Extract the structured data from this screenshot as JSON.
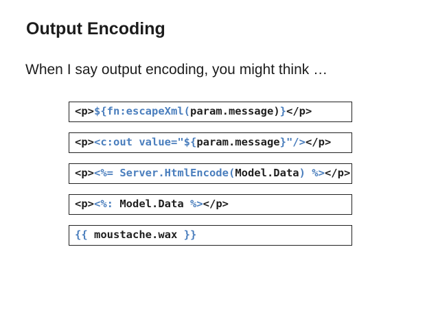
{
  "slide": {
    "title": "Output Encoding",
    "subtitle": "When I say output encoding, you might think …"
  },
  "colors": {
    "text": "#1c1c1c",
    "code_text": "#1f1f1f",
    "code_blue": "#4a7ebd",
    "box_border": "#1f1f1f",
    "background": "#ffffff"
  },
  "code_boxes": [
    {
      "name": "jsp-el-escapexml",
      "segments": [
        {
          "text": "<p>",
          "color": "black"
        },
        {
          "text": "${fn:escapeXml(",
          "color": "blue"
        },
        {
          "text": "param.message",
          "color": "black"
        },
        {
          "text": ")",
          "color": "black"
        },
        {
          "text": "}",
          "color": "blue"
        },
        {
          "text": "</p>",
          "color": "black"
        }
      ]
    },
    {
      "name": "jstl-c-out",
      "segments": [
        {
          "text": "<p>",
          "color": "black"
        },
        {
          "text": "<c:out value=\"${",
          "color": "blue"
        },
        {
          "text": "param.message",
          "color": "black"
        },
        {
          "text": "}\"/>",
          "color": "blue"
        },
        {
          "text": "</p>",
          "color": "black"
        }
      ]
    },
    {
      "name": "aspnet-server-htmlencode",
      "segments": [
        {
          "text": "<p>",
          "color": "black"
        },
        {
          "text": "<%= Server.HtmlEncode(",
          "color": "blue"
        },
        {
          "text": "Model.Data",
          "color": "black"
        },
        {
          "text": ") %>",
          "color": "blue"
        },
        {
          "text": "</p>",
          "color": "black"
        }
      ]
    },
    {
      "name": "aspnet-mvc-colon",
      "segments": [
        {
          "text": "<p>",
          "color": "black"
        },
        {
          "text": "<%:",
          "color": "blue"
        },
        {
          "text": " Model.Data ",
          "color": "black"
        },
        {
          "text": "%>",
          "color": "blue"
        },
        {
          "text": "</p>",
          "color": "black"
        }
      ]
    },
    {
      "name": "moustache",
      "segments": [
        {
          "text": "{{",
          "color": "blue"
        },
        {
          "text": " moustache.wax ",
          "color": "black"
        },
        {
          "text": "}}",
          "color": "blue"
        }
      ]
    }
  ]
}
